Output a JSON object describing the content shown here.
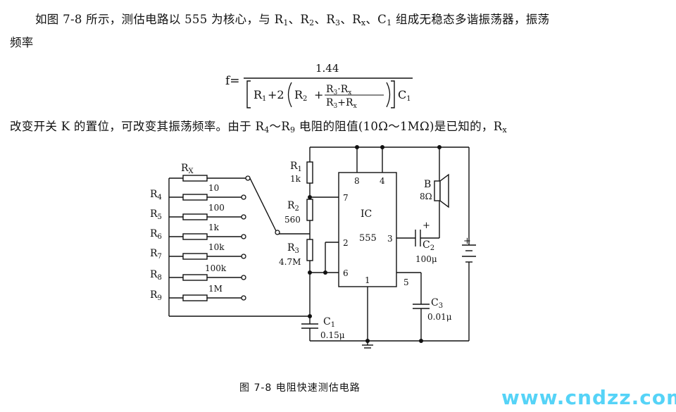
{
  "paragraph1": {
    "lead": "如图 7-8 所示，测估电路以 555 为核心，与 R",
    "s1": "1",
    "sep1": "、R",
    "s2": "2",
    "sep2": "、R",
    "s3": "3",
    "sep3": "、R",
    "sx": "x",
    "sep4": "、C",
    "sc1": "1",
    "tail": " 组成无稳态多谐振荡器，振荡",
    "line2": "频率"
  },
  "formula": {
    "lhs": "f=",
    "numerator": "1.44",
    "d1": "R",
    "d1s": "1",
    "d2": "+2",
    "d3": "R",
    "d3s": "2",
    "d4": "+",
    "fr_num_a": "R",
    "fr_num_as": "3",
    "fr_num_dot": "·R",
    "fr_num_bs": "x",
    "fr_den_a": "R",
    "fr_den_as": "3",
    "fr_den_plus": "+R",
    "fr_den_bs": "x",
    "c": "C",
    "cs": "1"
  },
  "paragraph2": {
    "lead": "改变开关 K 的置位，可改变其振荡频率。由于 R",
    "s4": "4",
    "mid": "～R",
    "s9": "9",
    "rest": " 电阻的阻值(10Ω～1MΩ)是已知的，R",
    "sx": "x"
  },
  "circuit": {
    "left_labels": [
      {
        "main": "R",
        "sub": "4"
      },
      {
        "main": "R",
        "sub": "5"
      },
      {
        "main": "R",
        "sub": "6"
      },
      {
        "main": "R",
        "sub": "7"
      },
      {
        "main": "R",
        "sub": "8"
      },
      {
        "main": "R",
        "sub": "9"
      }
    ],
    "rx_label": {
      "main": "R",
      "sub": "X"
    },
    "resistor_values": [
      "10",
      "100",
      "1k",
      "10k",
      "100k",
      "1M"
    ],
    "r1": {
      "main": "R",
      "sub": "1",
      "value": "1k"
    },
    "r2": {
      "main": "R",
      "sub": "2",
      "value": "560"
    },
    "r3": {
      "main": "R",
      "sub": "3",
      "value": "4.7M"
    },
    "c1": {
      "main": "C",
      "sub": "1",
      "value": "0.15μ"
    },
    "c2": {
      "main": "C",
      "sub": "2",
      "value": "100μ",
      "polarity": "+"
    },
    "c3": {
      "main": "C",
      "sub": "3",
      "value": "0.01μ"
    },
    "speaker": {
      "main": "B",
      "value": "8Ω"
    },
    "battery_plus": "+",
    "ic": {
      "name": "IC",
      "part": "555",
      "pins": {
        "p8": "8",
        "p4": "4",
        "p7": "7",
        "p2": "2",
        "p3": "3",
        "p6": "6",
        "p1": "1",
        "p5": "5"
      }
    }
  },
  "caption": "图 7-8    电阻快速测估电路",
  "watermark": "www.cndzz.com"
}
